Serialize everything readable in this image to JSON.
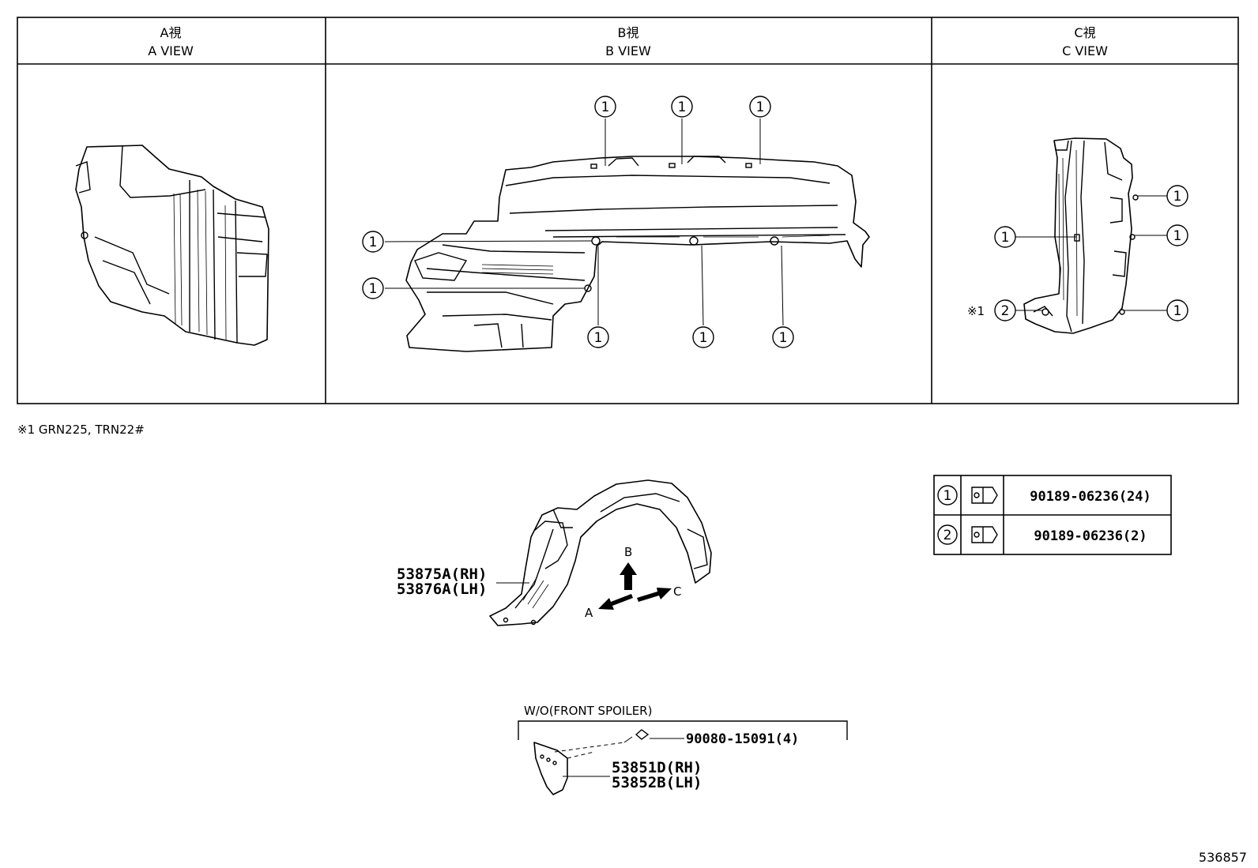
{
  "views": [
    {
      "jp": "A視",
      "en": "A VIEW"
    },
    {
      "jp": "B視",
      "en": "B VIEW"
    },
    {
      "jp": "C視",
      "en": "C VIEW"
    }
  ],
  "callout_1": "1",
  "callout_2": "2",
  "note_mark": "※1",
  "footnote": "※1 GRN225, TRN22#",
  "fastener_table": [
    {
      "ref": "1",
      "part_no": "90189-06236(24)"
    },
    {
      "ref": "2",
      "part_no": "90189-06236(2)"
    }
  ],
  "liner": {
    "rh": "53875A(RH)",
    "lh": "53876A(LH)"
  },
  "arrows": {
    "a": "A",
    "b": "B",
    "c": "C"
  },
  "wo_section": {
    "title": "W/O(FRONT SPOILER)",
    "screw": "90080-15091(4)",
    "flap_rh": "53851D(RH)",
    "flap_lh": "53852B(LH)"
  },
  "diagram_id": "536857"
}
